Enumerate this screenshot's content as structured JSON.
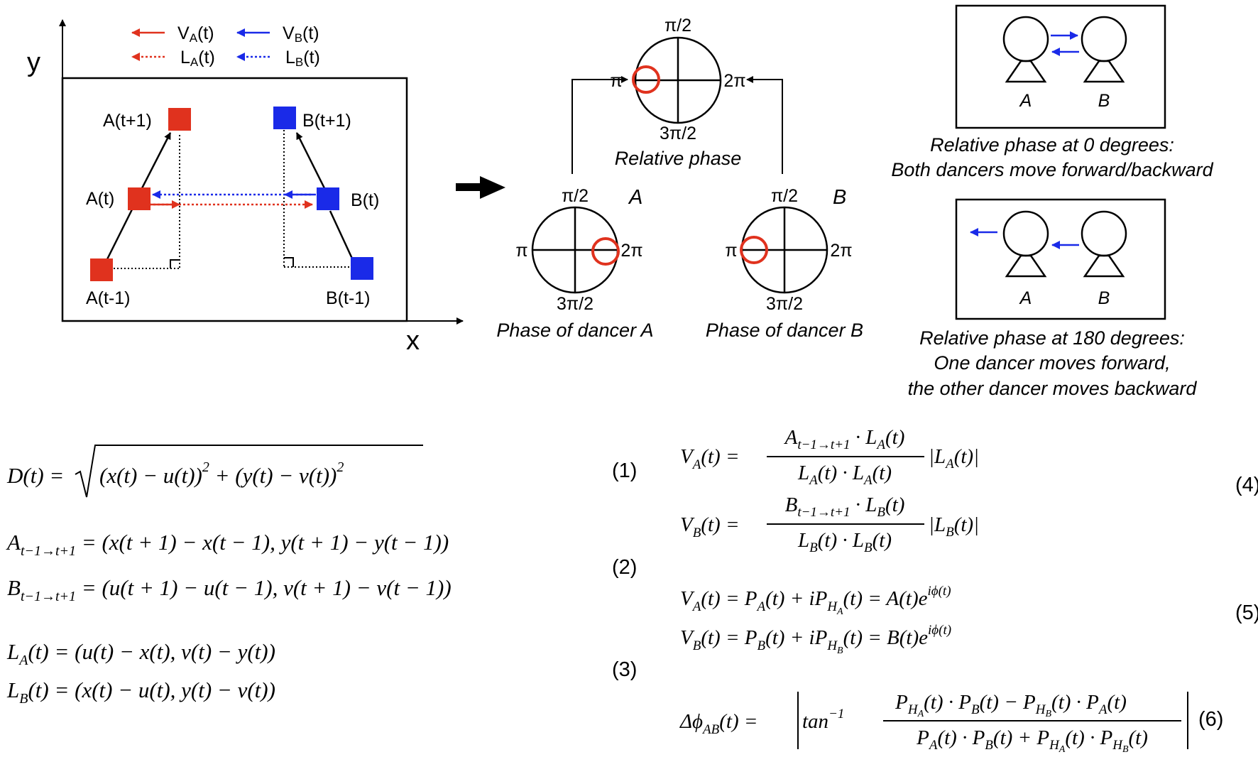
{
  "colors": {
    "red": "#e0321e",
    "blue": "#1a2ae8",
    "black": "#000000"
  },
  "legend": {
    "va": "V_A(t)",
    "vb": "V_B(t)",
    "la": "L_A(t)",
    "lb": "L_B(t)"
  },
  "axes": {
    "y": "y",
    "x": "x"
  },
  "points": {
    "a_next": "A(t+1)",
    "a_now": "A(t)",
    "a_prev": "A(t-1)",
    "b_next": "B(t+1)",
    "b_now": "B(t)",
    "b_prev": "B(t-1)"
  },
  "phase_labels": {
    "half_pi": "π/2",
    "pi": "π",
    "two_pi": "2π",
    "three_half_pi": "3π/2"
  },
  "relative_phase_caption": "Relative phase",
  "dancer_a": {
    "letter": "A",
    "caption": "Phase of dancer A"
  },
  "dancer_b": {
    "letter": "B",
    "caption": "Phase of dancer B"
  },
  "panel_top": {
    "label_a": "A",
    "label_b": "B",
    "caption_line1": "Relative phase at 0 degrees:",
    "caption_line2": "Both dancers move forward/backward"
  },
  "panel_bottom": {
    "label_a": "A",
    "label_b": "B",
    "caption_line1": "Relative phase at 180 degrees:",
    "caption_line2": "One dancer moves forward,",
    "caption_line3": "the other dancer moves backward"
  },
  "equation_numbers": {
    "n1": "(1)",
    "n2": "(2)",
    "n3": "(3)",
    "n4": "(4)",
    "n5": "(5)",
    "n6": "(6)"
  }
}
